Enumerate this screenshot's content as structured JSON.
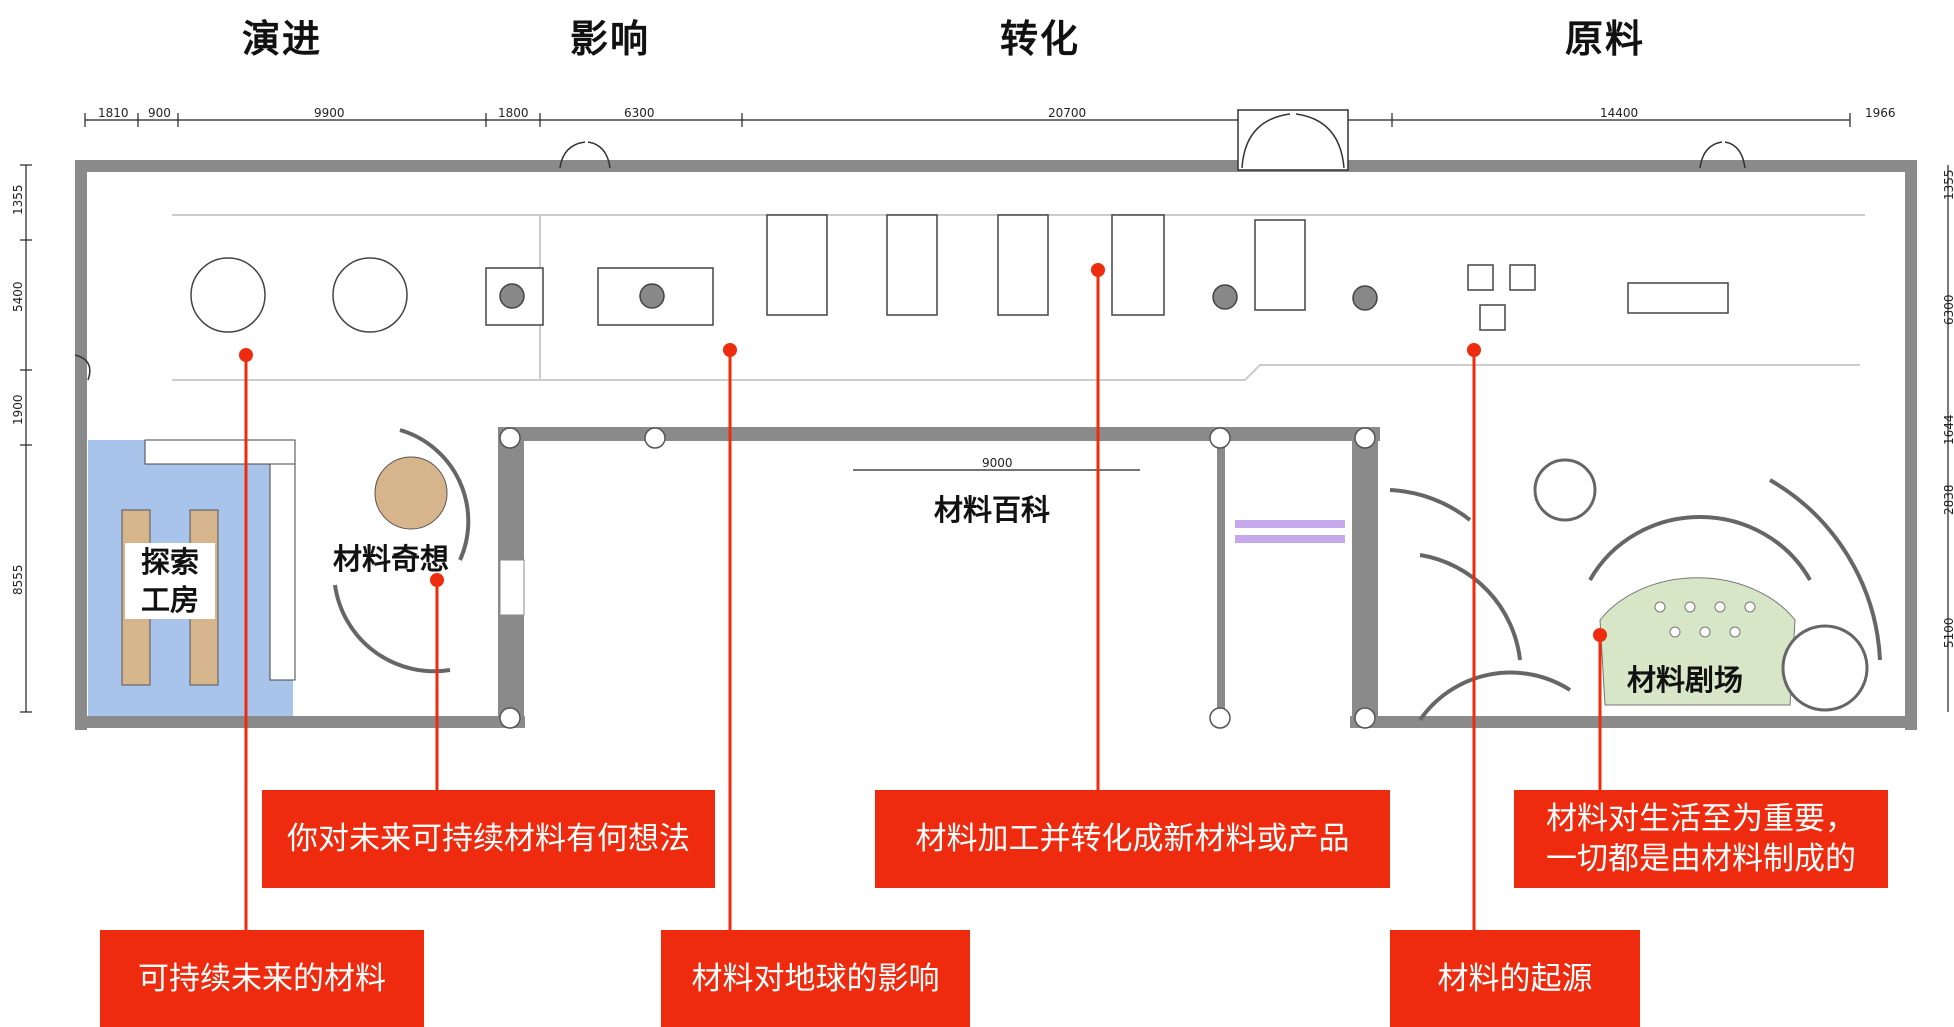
{
  "sections": {
    "evolution": "演进",
    "impact": "影响",
    "transformation": "转化",
    "raw_materials": "原料"
  },
  "dimensions": {
    "top": [
      "1810",
      "900",
      "9900",
      "1800",
      "6300",
      "20700",
      "14400",
      "1966"
    ],
    "left": [
      "1355",
      "5400",
      "1900",
      "8555"
    ],
    "right": [
      "1355",
      "6300",
      "1644",
      "2838",
      "5100"
    ],
    "inner": "9000"
  },
  "rooms": {
    "workshop_line1": "探索",
    "workshop_line2": "工房",
    "fantasy": "材料奇想",
    "encyclopedia": "材料百科",
    "theater": "材料剧场"
  },
  "callouts": {
    "sustainable_future": "可持续未来的材料",
    "your_ideas": "你对未来可持续材料有何想法",
    "earth_impact": "材料对地球的影响",
    "processing": "材料加工并转化成新材料或产品",
    "importance": "材料对生活至为重要，一切都是由材料制成的",
    "origin": "材料的起源"
  },
  "colors": {
    "callout": "#ee2b0e",
    "wall": "#8a8a8a",
    "workshop": "#a9c4ea",
    "theater": "#d7e6c6",
    "table": "#d7b58c"
  }
}
